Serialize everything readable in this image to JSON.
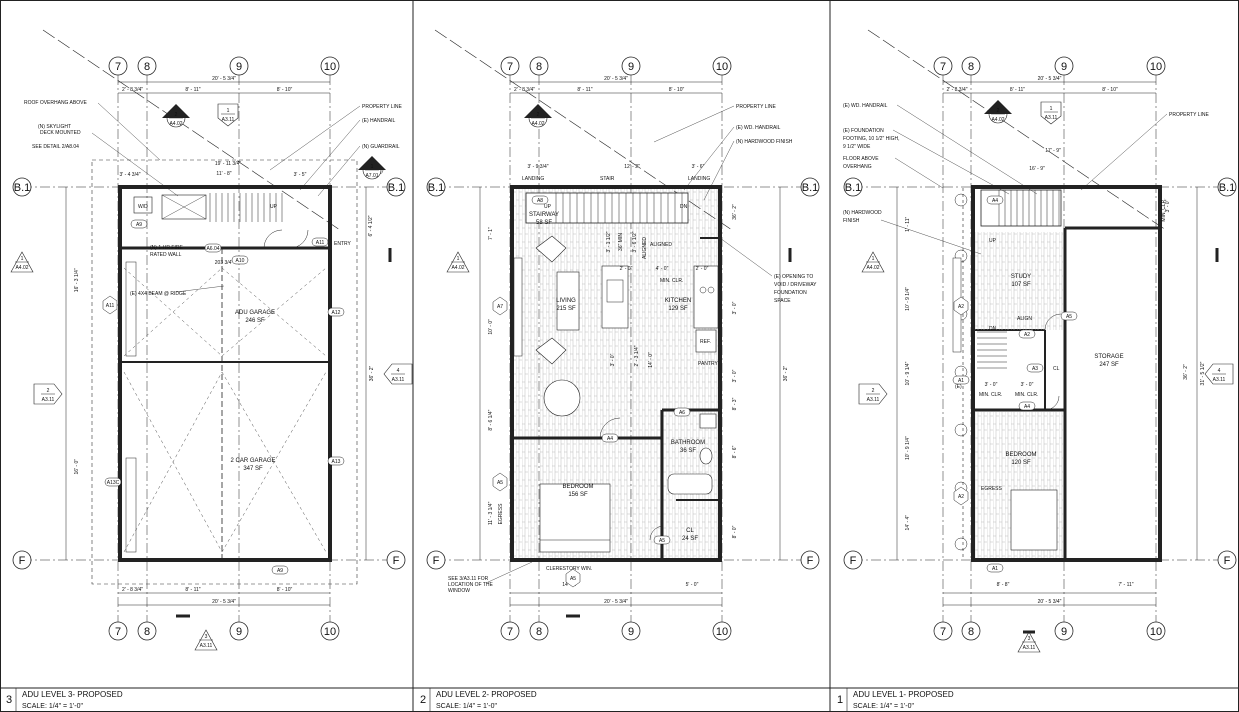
{
  "panels": [
    {
      "number": "3",
      "title": "ADU LEVEL 3- PROPOSED",
      "scale": "SCALE: 1/4\" = 1'-0\"",
      "grids_top": [
        "7",
        "8",
        "9",
        "10"
      ],
      "grids_bottom": [
        "7",
        "8",
        "9",
        "10"
      ],
      "grid_b": "B.1",
      "grid_f": "F",
      "dims_top": [
        "20' - 5 3/4\"",
        "2' - 8 3/4\"",
        "8' - 11\"",
        "8' - 10\""
      ],
      "dims_bottom": [
        "2' - 8 3/4\"",
        "8' - 11\"",
        "8' - 10\"",
        "20' - 5 3/4\""
      ],
      "dims_left": [
        "16' - 3 1/4\"",
        "16' - 0\""
      ],
      "dim_right": "36' - 2\"",
      "rooms": [
        {
          "name": "ADU GARAGE",
          "area": "246 SF"
        },
        {
          "name": "2 CAR GARAGE",
          "area": "347 SF"
        }
      ],
      "notes": [
        "ROOF OVERHANG ABOVE",
        "(N) SKYLIGHT",
        "DECK MOUNTED",
        "SEE DETAIL 2/A8.04",
        "PROPERTY LINE",
        "(E) HANDRAIL",
        "(N) GUARDRAIL",
        "(N) 1-HR FIRE",
        "RATED WALL",
        "(E) 4X4 BEAM @ RIDGE",
        "ENTRY",
        "W/D",
        "UP"
      ],
      "extra_dims": [
        "19' - 11 3/4\"",
        "11' - 8\"",
        "3' - 4 3/4\"",
        "3' - 5\"",
        "6' - 4 1/2\"",
        "203 3/4\""
      ],
      "tags": [
        "A9",
        "A10",
        "A11",
        "A12",
        "A13",
        "A13C",
        "A6.04",
        "A9",
        "A7.01",
        "A3.11"
      ],
      "section_markers": [
        {
          "num": "2",
          "sheet": "A4.02"
        },
        {
          "num": "1",
          "sheet": "A3.11"
        },
        {
          "num": "1",
          "sheet": "A4.02"
        },
        {
          "num": "2",
          "sheet": "A3.11"
        },
        {
          "num": "4",
          "sheet": "A3.11"
        },
        {
          "num": "3",
          "sheet": "A3.11"
        },
        {
          "num": "1",
          "sheet": "A7.01"
        }
      ]
    },
    {
      "number": "2",
      "title": "ADU LEVEL 2- PROPOSED",
      "scale": "SCALE: 1/4\" = 1'-0\"",
      "grids_top": [
        "7",
        "8",
        "9",
        "10"
      ],
      "grids_bottom": [
        "7",
        "8",
        "9",
        "10"
      ],
      "grid_b": "B.1",
      "grid_f": "F",
      "dims_top": [
        "20' - 5 3/4\"",
        "2' - 8 3/4\"",
        "8' - 11\"",
        "8' - 10\""
      ],
      "dims_bottom": [
        "14' - 1\"",
        "5' - 0\"",
        "20' - 5 3/4\""
      ],
      "dims_left": [
        "7' - 1\"",
        "10' - 0\"",
        "8' - 6 1/4\"",
        "11' - 3 1/4\""
      ],
      "dim_right": "36' - 2\"",
      "rooms": [
        {
          "name": "STAIRWAY",
          "area": "58 SF"
        },
        {
          "name": "LIVING",
          "area": "215 SF"
        },
        {
          "name": "KITCHEN",
          "area": "129 SF"
        },
        {
          "name": "BATHROOM",
          "area": "36 SF"
        },
        {
          "name": "BEDROOM",
          "area": "156 SF"
        },
        {
          "name": "CL",
          "area": "24 SF"
        }
      ],
      "notes": [
        "PROPERTY LINE",
        "(E) WD. HANDRAIL",
        "(N) HARDWOOD FINISH",
        "(E) OPENING TO",
        "VOID / DRIVEWAY",
        "FOUNDATION",
        "SPACE",
        "LANDING",
        "STAIR",
        "LANDING",
        "UP",
        "DN",
        "ALIGNED",
        "MIN. CLR.",
        "REF.",
        "PANTRY",
        "EGRESS",
        "CLERESTORY WIN.",
        "SEE 3/A3.11 FOR",
        "LOCATION OF THE",
        "WINDOW"
      ],
      "extra_dims": [
        "3' - 9 3/4\"",
        "12' - 2\"",
        "3' - 6\"",
        "2' - 0\"",
        "4' - 0\"",
        "2' - 0\"",
        "3' - 1 1/2\"",
        "36\" MIN",
        "3' - 6 1/2\"",
        "ALIGNED",
        "2' - 3 1/4\"",
        "3' - 0\"",
        "14' - 0\"",
        "3' - 0\"",
        "3' - 0\"",
        "8' - 3\"",
        "8' - 6\"",
        "8' - 0\"",
        "36' - 2\""
      ],
      "tags": [
        "A8",
        "A7",
        "A4",
        "A6",
        "A5",
        "A5",
        "A4.02"
      ],
      "section_markers": [
        {
          "num": "2",
          "sheet": "A4.02"
        },
        {
          "num": "1",
          "sheet": "A4.02"
        }
      ]
    },
    {
      "number": "1",
      "title": "ADU LEVEL 1- PROPOSED",
      "scale": "SCALE: 1/4\" = 1'-0\"",
      "grids_top": [
        "7",
        "8",
        "9",
        "10"
      ],
      "grids_bottom": [
        "7",
        "8",
        "9",
        "10"
      ],
      "grid_b": "B.1",
      "grid_f": "F",
      "dims_top": [
        "20' - 5 3/4\"",
        "2' - 8 3/4\"",
        "8' - 11\"",
        "8' - 10\""
      ],
      "dims_bottom": [
        "8' - 8\"",
        "7' - 11\"",
        "20' - 5 3/4\""
      ],
      "dims_left": [
        "1' - 11\"",
        "10' - 9 1/4\"",
        "10' - 9 1/4\"",
        "10' - 9 1/4\"",
        "14' - 4\""
      ],
      "dim_right": "31' - 5 1/2\"",
      "rooms": [
        {
          "name": "STUDY",
          "area": "107 SF"
        },
        {
          "name": "STORAGE",
          "area": "247 SF"
        },
        {
          "name": "BEDROOM",
          "area": "120 SF"
        }
      ],
      "notes": [
        "(E) WD. HANDRAIL",
        "(E) FOUNDATION",
        "FOOTING, 10 1/2\" HIGH,",
        "9 1/2\" WIDE",
        "FLOOR ABOVE",
        "OVERHANG",
        "(N) HARDWOOD",
        "FINISH",
        "PROPERTY LINE",
        "UP",
        "DN",
        "ALIGN",
        "MIN. CLR.",
        "MIN. CLR.",
        "CL",
        "EGRESS",
        "(E)"
      ],
      "extra_dims": [
        "17' - 9\"",
        "16' - 9\"",
        "3' - 0\"",
        "MIN. CLR.",
        "3' - 0\"",
        "3' - 0\"",
        "36' - 2\""
      ],
      "tags": [
        "A4",
        "A2",
        "A5",
        "A3",
        "A4",
        "A1",
        "A3",
        "A2",
        "A1"
      ],
      "section_markers": [
        {
          "num": "2",
          "sheet": "A4.02"
        },
        {
          "num": "1",
          "sheet": "A3.11"
        },
        {
          "num": "1",
          "sheet": "A4.02"
        },
        {
          "num": "2",
          "sheet": "A3.11"
        },
        {
          "num": "4",
          "sheet": "A3.11"
        },
        {
          "num": "3",
          "sheet": "A3.11"
        }
      ]
    }
  ]
}
